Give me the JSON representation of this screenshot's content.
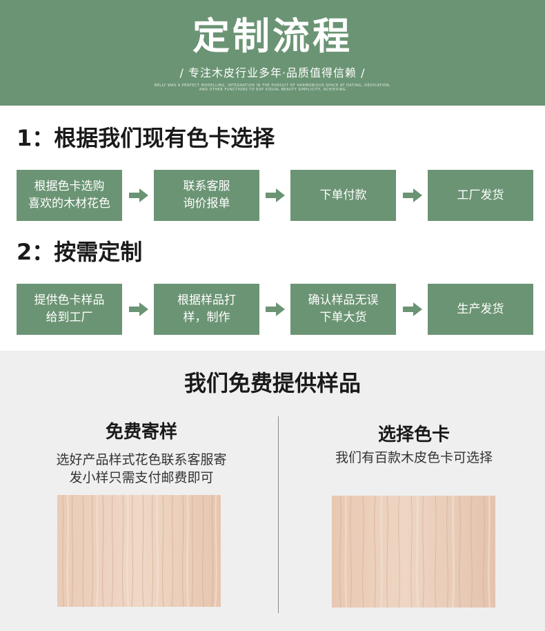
{
  "header": {
    "title": "定制流程",
    "subtitle": "/ 专注木皮行业多年·品质值得信赖 /",
    "fine_print": "BELLY WAS A PERFECT MODELLING, INTEGRATION IN THE PURSUIT OF HARMONIOUS SPACE AT DATING, DEDICATION, AND OTHER FUNCTIONS TO EXP VISUAL BEAUTY SIMPLICITY, ACHIEVING"
  },
  "step1": {
    "title": "1：根据我们现有色卡选择",
    "boxes": [
      {
        "line1": "根据色卡选购",
        "line2": "喜欢的木材花色"
      },
      {
        "line1": "联系客服",
        "line2": "询价报单"
      },
      {
        "line1": "下单付款",
        "line2": ""
      },
      {
        "line1": "工厂发货",
        "line2": ""
      }
    ]
  },
  "step2": {
    "title": "2：按需定制",
    "boxes": [
      {
        "line1": "提供色卡样品",
        "line2": "给到工厂"
      },
      {
        "line1": "根据样品打",
        "line2": "样，制作"
      },
      {
        "line1": "确认样品无误",
        "line2": "下单大货"
      },
      {
        "line1": "生产发货",
        "line2": ""
      }
    ]
  },
  "samples": {
    "title": "我们免费提供样品",
    "left": {
      "title": "免费寄样",
      "desc_line1": "选好产品样式花色联系客服寄",
      "desc_line2": "发小样只需支付邮费即可"
    },
    "right": {
      "title": "选择色卡",
      "desc_line1": "我们有百款木皮色卡可选择"
    }
  },
  "colors": {
    "brand": "#6b9474",
    "panel": "#efefef",
    "wood": "#ead0bc"
  }
}
